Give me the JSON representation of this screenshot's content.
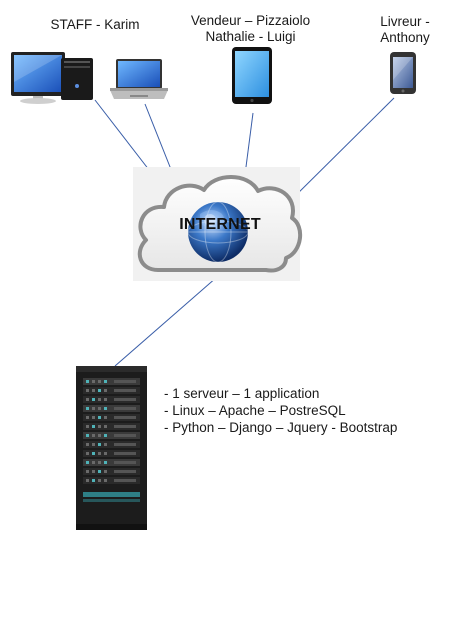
{
  "groups": {
    "staff": {
      "lines": [
        "STAFF - Karim"
      ]
    },
    "vendeur": {
      "lines": [
        "Vendeur – Pizzaiolo",
        "Nathalie - Luigi"
      ]
    },
    "livreur": {
      "lines": [
        "Livreur -",
        "Anthony"
      ]
    }
  },
  "cloud": {
    "label": "INTERNET"
  },
  "server": {
    "specs": [
      "- 1 serveur – 1 application",
      "- Linux – Apache – PostreSQL",
      "- Python – Django – Jquery - Bootstrap"
    ]
  },
  "colors": {
    "link_line": "#3a5ea8",
    "cloud_fill": "#f2f2f2",
    "cloud_outline": "#8c8c8c",
    "server_body": "#1c1c1c"
  },
  "icons": [
    "desktop-computer-icon",
    "laptop-icon",
    "tablet-icon",
    "smartphone-icon",
    "globe-icon",
    "server-rack-icon"
  ]
}
